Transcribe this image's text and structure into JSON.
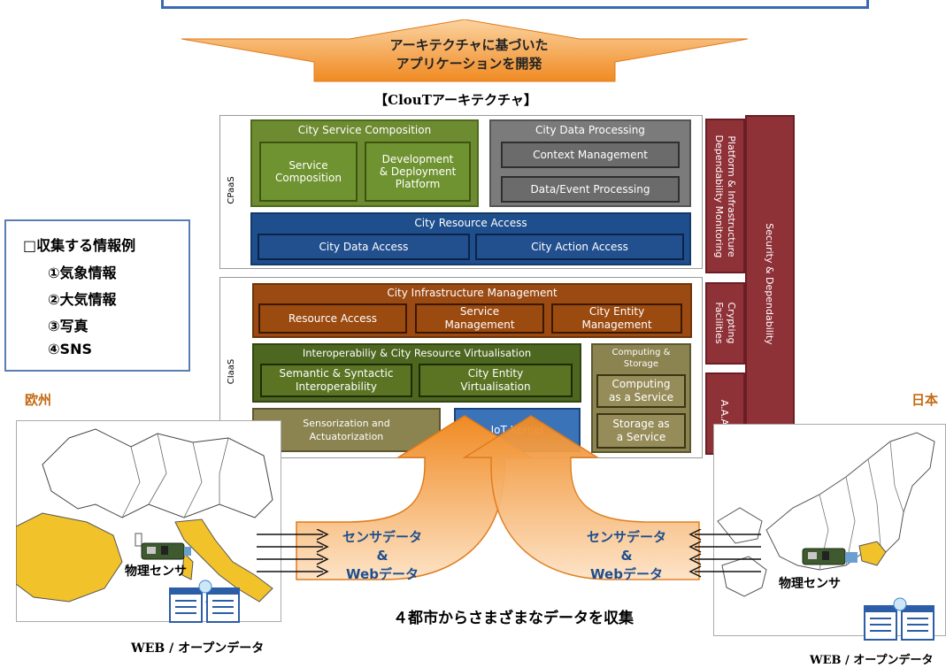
{
  "top_arrow": {
    "line1": "アーキテクチャに基づいた",
    "line2": "アプリケーションを開発"
  },
  "arch_title": "【ClouTアーキテクチャ】",
  "cpaas": {
    "label": "CPaaS",
    "city_service_composition": {
      "title": "City Service Composition",
      "service_composition": "Service\nComposition",
      "dev_platform": "Development\n& Deployment\nPlatform"
    },
    "city_data_processing": {
      "title": "City Data Processing",
      "context_management": "Context Management",
      "data_event_processing": "Data/Event Processing"
    },
    "city_resource_access": {
      "title": "City Resource Access",
      "city_data_access": "City Data Access",
      "city_action_access": "City Action Access"
    }
  },
  "ciaas": {
    "label": "CIaaS",
    "infra_management": {
      "title": "City Infrastructure Management",
      "resource_access": "Resource Access",
      "service_management": "Service\nManagement",
      "city_entity_management": "City Entity\nManagement"
    },
    "interop": {
      "title": "Interoperabiliy & City Resource Virtualisation",
      "semantic": "Semantic & Syntactic\nInteroperability",
      "entity_virt": "City Entity\nVirtualisation"
    },
    "computing_storage": {
      "title": "Computing &\nStorage",
      "computing_service": "Computing\nas a Service",
      "storage_service": "Storage as\na Service"
    },
    "sensorization": "Sensorization and\nActuatorization",
    "iot_kernel": "IoT Kernel"
  },
  "side": {
    "platform_monitoring": "Platform & Infrastructure\nDependability Monitoring",
    "crypting": "Crypting\nFacilities",
    "aaa": "A.A.A.",
    "security": "Security & Dependability"
  },
  "info_box": {
    "title": "□収集する情報例",
    "items": [
      "①気象情報",
      "②大気情報",
      "③写真",
      "④SNS"
    ]
  },
  "europe": {
    "label": "欧州",
    "sensor": "物理センサ",
    "web": "WEB / オープンデータ"
  },
  "japan": {
    "label": "日本",
    "sensor": "物理センサ",
    "web": "WEB / オープンデータ"
  },
  "data_left": {
    "line1": "センサデータ",
    "line2": "&",
    "line3": "Webデータ"
  },
  "data_right": {
    "line1": "センサデータ",
    "line2": "&",
    "line3": "Webデータ"
  },
  "bottom_caption": "４都市からさまざまなデータを収集",
  "colors": {
    "europe_map": "#f2c22a",
    "japan_highlight": "#f2c22a",
    "arrow_orange": "#f5a04d",
    "title_orange": "#c36a12",
    "info_border": "#5a7db5"
  }
}
